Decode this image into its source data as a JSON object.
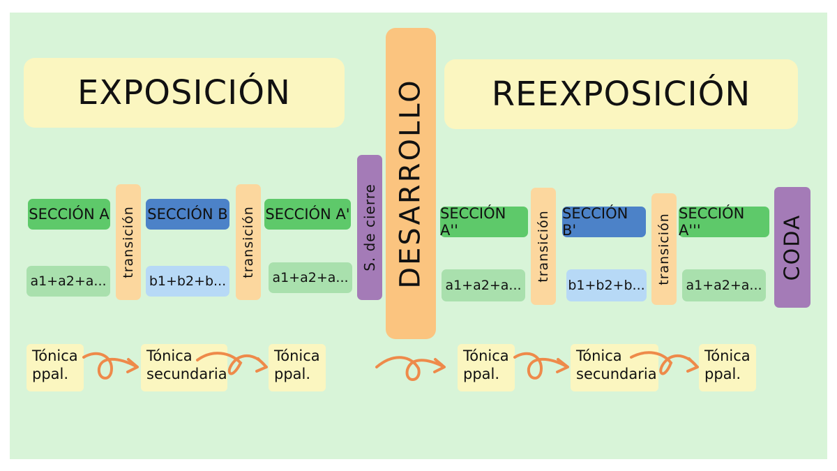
{
  "exposicion": {
    "title": "EXPOSICIÓN",
    "sections": [
      "SECCIÓN A",
      "SECCIÓN B",
      "SECCIÓN A'"
    ],
    "motifs": [
      "a1+a2+a...",
      "b1+b2+b...",
      "a1+a2+a..."
    ],
    "transitions": [
      "transición",
      "transición"
    ],
    "closing": "S. de cierre",
    "keys": [
      "Tónica\nppal.",
      "Tónica\nsecundaria",
      "Tónica\nppal."
    ]
  },
  "desarrollo": "DESARROLLO",
  "reexposicion": {
    "title": "REEXPOSICIÓN",
    "sections": [
      "SECCIÓN A''",
      "SECCIÓN B'",
      "SECCIÓN A'''"
    ],
    "motifs": [
      "a1+a2+a...",
      "b1+b2+b...",
      "a1+a2+a..."
    ],
    "transitions": [
      "transición",
      "transición"
    ],
    "coda": "CODA",
    "keys": [
      "Tónica\nppal.",
      "Tónica\nsecundaria",
      "Tónica\nppal."
    ]
  },
  "colors": {
    "background": "#d8f4d8",
    "title_box": "#fbf6c0",
    "section_green": "#5ec96a",
    "section_blue": "#4c82c8",
    "motif_green": "#a9e0ad",
    "motif_blue": "#b7d9f6",
    "transition": "#fcd79e",
    "purple": "#a47bb7",
    "desarrollo": "#fbc47f",
    "arrow": "#ee8a4a"
  }
}
